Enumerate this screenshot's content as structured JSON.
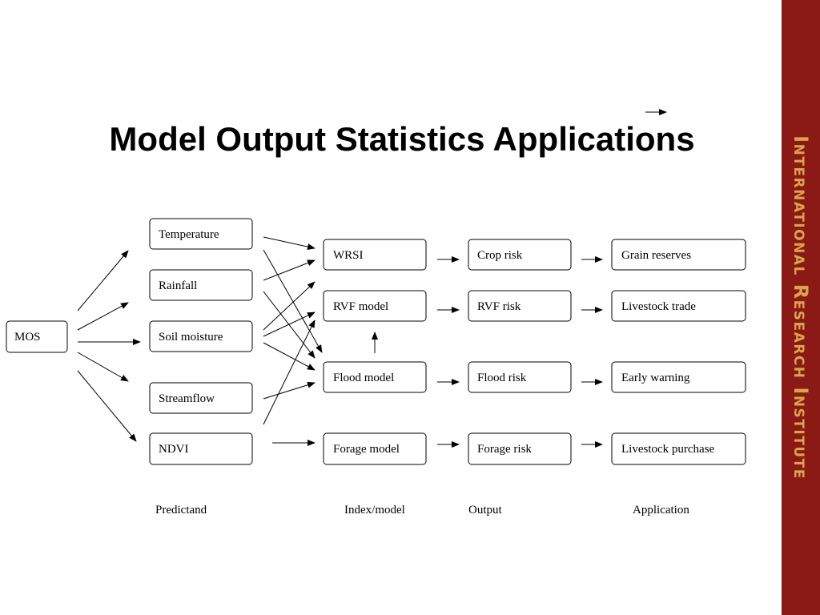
{
  "title": "Model Output Statistics Applications",
  "sidebar": {
    "text": "International Research Institute",
    "background_color": "#8b1a17",
    "text_color": "#d9a54a"
  },
  "diagram": {
    "source": {
      "id": "mos",
      "label": "MOS"
    },
    "predictands": [
      {
        "id": "temperature",
        "label": "Temperature"
      },
      {
        "id": "rainfall",
        "label": "Rainfall"
      },
      {
        "id": "soil-moisture",
        "label": "Soil moisture"
      },
      {
        "id": "streamflow",
        "label": "Streamflow"
      },
      {
        "id": "ndvi",
        "label": "NDVI"
      }
    ],
    "models": [
      {
        "id": "wrsi",
        "label": "WRSI"
      },
      {
        "id": "rvf-model",
        "label": "RVF model"
      },
      {
        "id": "flood-model",
        "label": "Flood model"
      },
      {
        "id": "forage-model",
        "label": "Forage model"
      }
    ],
    "outputs": [
      {
        "id": "crop-risk",
        "label": "Crop risk"
      },
      {
        "id": "rvf-risk",
        "label": "RVF risk"
      },
      {
        "id": "flood-risk",
        "label": "Flood risk"
      },
      {
        "id": "forage-risk",
        "label": "Forage risk"
      }
    ],
    "applications": [
      {
        "id": "grain-reserves",
        "label": "Grain reserves"
      },
      {
        "id": "livestock-trade",
        "label": "Livestock trade"
      },
      {
        "id": "early-warning",
        "label": "Early warning"
      },
      {
        "id": "livestock-purchase",
        "label": "Livestock purchase"
      }
    ],
    "column_labels": {
      "predictand": "Predictand",
      "index_model": "Index/model",
      "output": "Output",
      "application": "Application"
    }
  }
}
